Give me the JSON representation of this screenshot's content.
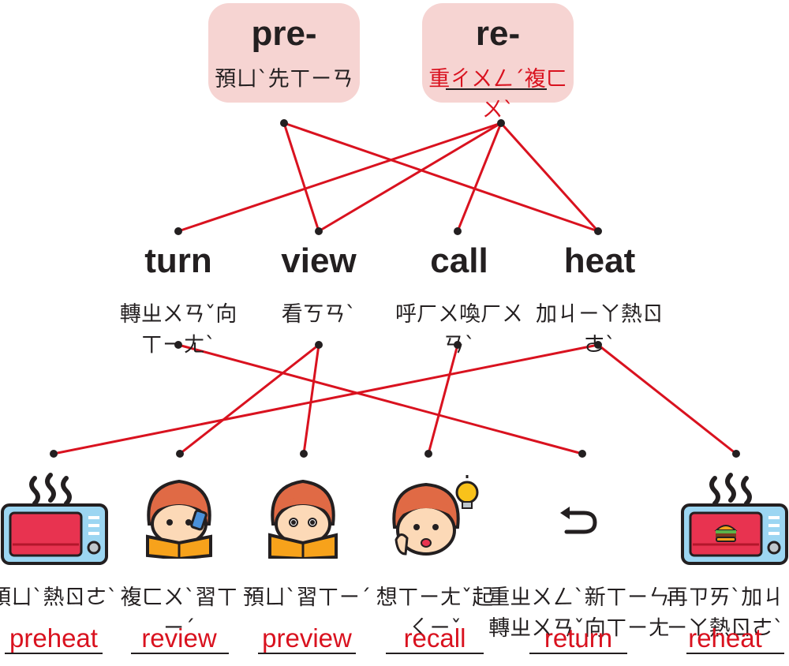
{
  "prefixes": [
    {
      "en": "pre-",
      "zh": "預ㄩˋ先ㄒㄧㄢ"
    },
    {
      "en": "re-",
      "zh": "重ㄔㄨㄥˊ複ㄈㄨˋ"
    }
  ],
  "roots": [
    {
      "en": "turn",
      "zh": "轉ㄓㄨㄢˇ向ㄒㄧㄤˋ"
    },
    {
      "en": "view",
      "zh": "看ㄎㄢˋ"
    },
    {
      "en": "call",
      "zh": "呼ㄏㄨ喚ㄏㄨㄢˋ"
    },
    {
      "en": "heat",
      "zh": "加ㄐㄧㄚ熱ㄖㄜˋ"
    }
  ],
  "words": [
    {
      "en": "preheat",
      "zh": "預ㄩˋ熱ㄖㄜˋ"
    },
    {
      "en": "review",
      "zh": "複ㄈㄨˋ習ㄒㄧˊ"
    },
    {
      "en": "preview",
      "zh": "預ㄩˋ習ㄒㄧˊ"
    },
    {
      "en": "recall",
      "zh": "想ㄒㄧㄤˇ起ㄑㄧˇ"
    },
    {
      "en": "return",
      "zh": "重ㄓㄨㄥˋ新ㄒㄧㄣ轉ㄓㄨㄢˇ向ㄒㄧㄤˋ"
    },
    {
      "en": "reheat",
      "zh": "再ㄗㄞˋ加ㄐㄧㄚ熱ㄖㄜˋ"
    }
  ],
  "icons": [
    "microwave-icon",
    "reading-boy-phone-icon",
    "reading-boy-icon",
    "thinking-boy-icon",
    "return-arrow-icon",
    "microwave-burger-icon"
  ],
  "colors": {
    "accent": "#d9121f",
    "box": "#f6d4d2",
    "text": "#231f20"
  }
}
